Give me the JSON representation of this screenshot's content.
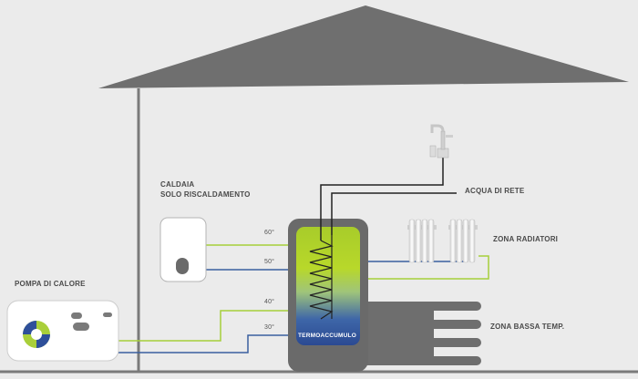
{
  "labels": {
    "heat_pump": "POMPA DI CALORE",
    "boiler_line1": "CALDAIA",
    "boiler_line2": "SOLO RISCALDAMENTO",
    "mains_water": "ACQUA DI RETE",
    "radiator_zone": "ZONA RADIATORI",
    "low_temp_zone": "ZONA BASSA TEMP.",
    "tank": "TERMOACCUMULO"
  },
  "temperatures": {
    "t60": "60°",
    "t50": "50°",
    "t40": "40°",
    "t30": "30°"
  },
  "colors": {
    "roof": "#6f6f6f",
    "wall": "#7a7a7a",
    "hot_pipe": "#a6cf3a",
    "cold_pipe": "#3b5fa0",
    "tank_top": "#b8d82a",
    "tank_bottom": "#2e4f9a",
    "tank_body": "#6a6a6a",
    "device": "#ffffff",
    "radiator": "#f2f2f2",
    "floor_heating": "#6e6e6e"
  },
  "icons": {
    "heat_pump": "heat-pump-icon",
    "boiler": "boiler-icon",
    "faucet": "faucet-icon",
    "radiator": "radiator-icon",
    "coil": "coil-icon"
  }
}
